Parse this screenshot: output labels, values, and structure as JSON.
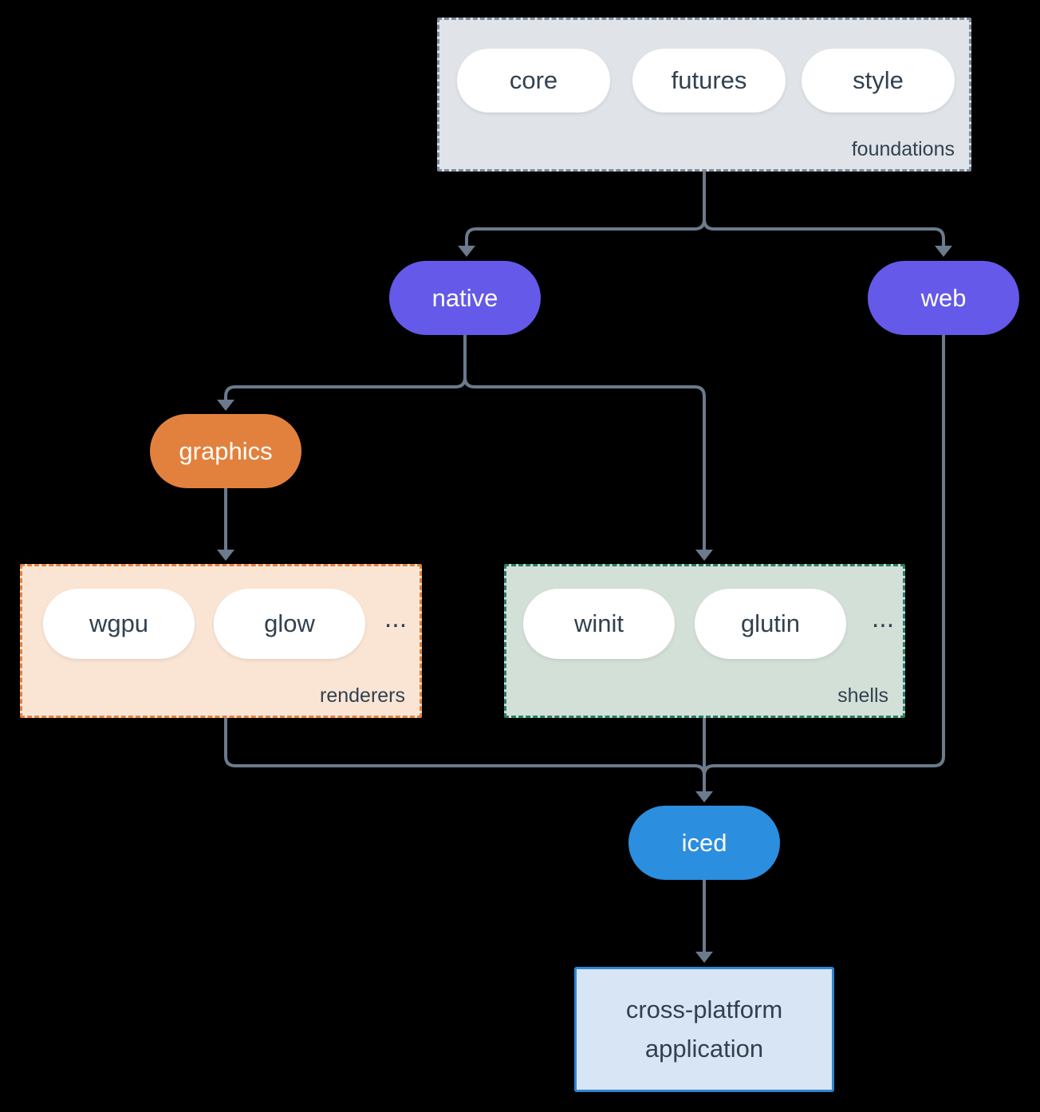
{
  "palette": {
    "background": "#000000",
    "connector": "#6b7a8c",
    "purple": "#6459e9",
    "orange": "#e2813d",
    "blue": "#2b8ede",
    "pill_text": "#32414f",
    "foundations_bg": "#e0e4e8",
    "foundations_border": "#7e8c9d",
    "renderers_bg": "#fae5d5",
    "renderers_border": "#e8813a",
    "shells_bg": "#d3e0d8",
    "shells_border": "#2e7c6c",
    "application_bg": "#d7e5f4",
    "application_border": "#2e86d2"
  },
  "groups": {
    "foundations": {
      "label": "foundations",
      "items": [
        "core",
        "futures",
        "style"
      ]
    },
    "renderers": {
      "label": "renderers",
      "items": [
        "wgpu",
        "glow"
      ],
      "ellipsis": "..."
    },
    "shells": {
      "label": "shells",
      "items": [
        "winit",
        "glutin"
      ],
      "ellipsis": "..."
    }
  },
  "nodes": {
    "native": {
      "label": "native"
    },
    "web": {
      "label": "web"
    },
    "graphics": {
      "label": "graphics"
    },
    "iced": {
      "label": "iced"
    },
    "application": {
      "lines": [
        "cross-platform",
        "application"
      ]
    }
  }
}
